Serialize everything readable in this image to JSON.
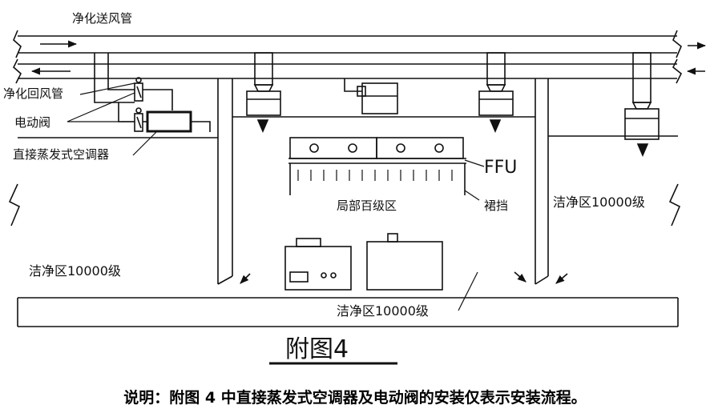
{
  "labels": {
    "supply_duct": "净化送风管",
    "return_duct": "净化回风管",
    "electric_damper": "电动阀",
    "dx_ac_unit": "直接蒸发式空调器",
    "ffu": "FFU",
    "skirt_curtain": "裙挡",
    "local_class100_zone": "局部百级区",
    "clean_zone_right": "洁净区10000级",
    "clean_zone_left": "洁净区10000级",
    "clean_zone_bottom": "洁净区10000级"
  },
  "figure_title": "附图4",
  "caption": "说明：附图 4 中直接蒸发式空调器及电动阀的安装仅表示安装流程。"
}
